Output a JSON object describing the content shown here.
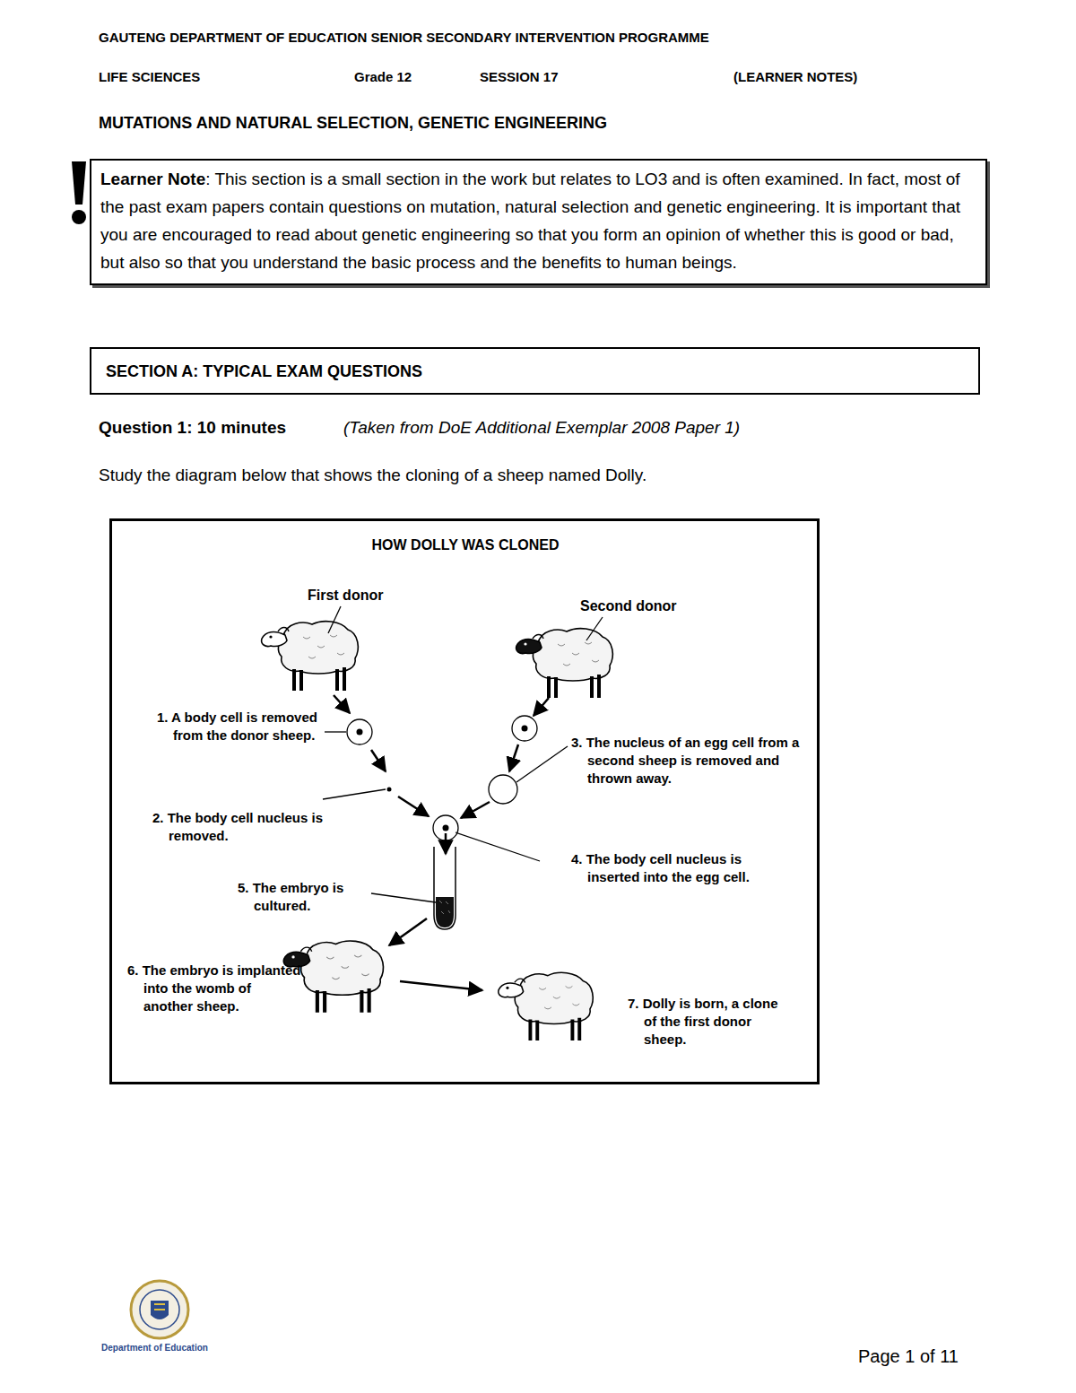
{
  "diagram": {
    "title": "HOW DOLLY WAS CLONED",
    "nodes": [
      {
        "text": [
          "Learner Note",
          ": This section is a small section in the work but relates to LO3 and is often examined.  In fact, most of the past exam papers contain questions on mutation, natural selection and genetic engineering.  It is important that you are encouraged to read about genetic engineering so that you form an opinion of whether this is good or bad, but also so that you understand the basic process and the benefits to human beings."
        ]
      },
      {
        "text": [
          "SECTION A:  TYPICAL EXAM QUESTIONS"
        ]
      }
    ],
    "labels": [
      "GAUTENG DEPARTMENT OF EDUCATION SENIOR SECONDARY INTERVENTION PROGRAMME",
      "LIFE SCIENCES",
      "Grade 12",
      "SESSION 17",
      "(LEARNER NOTES)",
      "MUTATIONS AND NATURAL SELECTION, GENETIC ENGINEERING",
      "Question 1:  10 minutes",
      "(Taken from DoE Additional Exemplar 2008 Paper 1)",
      "Study the diagram below that shows the cloning of a sheep named Dolly.",
      "First donor",
      "Second donor",
      "1. A body cell is removed from the donor sheep.",
      "2. The body cell nucleus is removed.",
      "3. The nucleus of an egg cell from a second sheep is removed and thrown away.",
      "4. The body cell nucleus is inserted into the egg cell.",
      "5. The embryo is cultured.",
      "6. The embryo is implanted into the womb of another sheep.",
      "7. Dolly is born, a clone of the first donor sheep.",
      "Department of Education",
      "Page 1 of 11"
    ]
  }
}
